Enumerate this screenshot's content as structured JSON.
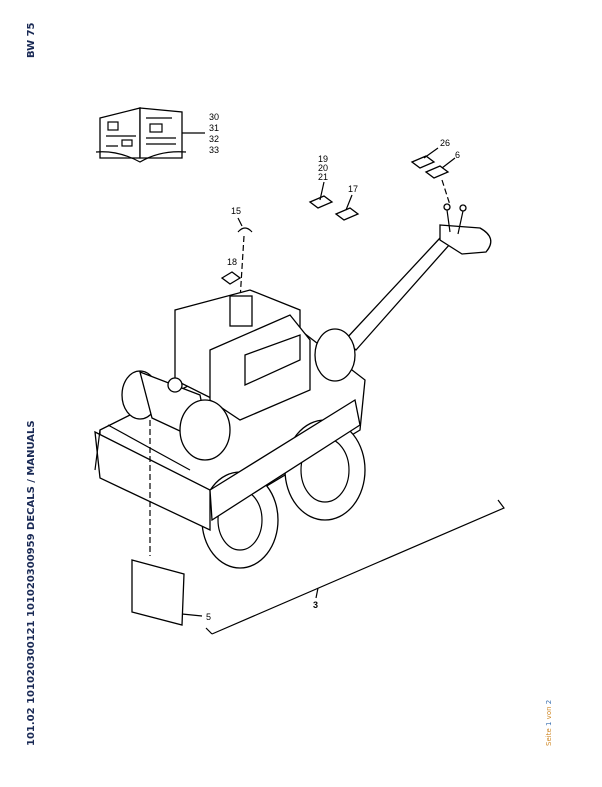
{
  "header": {
    "model": "BW 75"
  },
  "footer": {
    "title": "101.02 101020300121 101020300959 DECALS / MANUALS",
    "page": {
      "word": "Seite",
      "current": "1",
      "of": "von",
      "total": "2"
    }
  },
  "callouts": {
    "c30": "30",
    "c31": "31",
    "c32": "32",
    "c33": "33",
    "c26": "26",
    "c6": "6",
    "c19": "19",
    "c20": "20",
    "c21": "21",
    "c17": "17",
    "c15": "15",
    "c18": "18",
    "c5": "5",
    "c3": "3"
  }
}
